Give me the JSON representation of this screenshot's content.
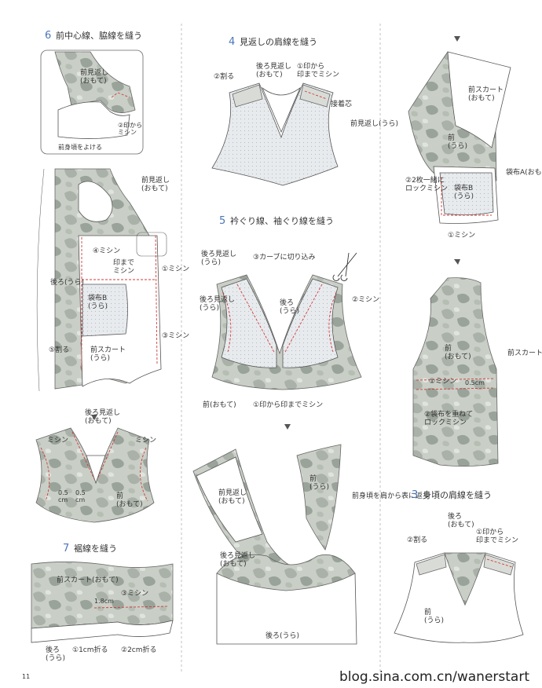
{
  "steps": {
    "s6": {
      "num": "6",
      "title": "前中心線、脇線を縫う",
      "labels": {
        "front_facing_omote": "前見返し\n(おもて)",
        "mishin_from_mark": "②印から\nミシン",
        "front_body_away": "前身頃をよける",
        "front_facing_vert": "前見返し\n(おもて)",
        "mishin4": "④ミシン",
        "mishin_to_mark": "印まで\nミシン",
        "mishin1": "①ミシン",
        "back_ura": "後ろ(うら)",
        "pocket_b": "袋布B\n(うら)",
        "mishin3": "③ミシン",
        "split5": "⑤割る",
        "front_skirt": "前スカート\n(うら)"
      }
    },
    "s6b": {
      "labels": {
        "back_facing": "後ろ見返し\n(おもて)",
        "mishin_l": "ミシン",
        "mishin_r": "ミシン",
        "cm_l": "0.5\ncm",
        "cm_r": "0.5\ncm",
        "front_omote": "前\n(おもて)"
      }
    },
    "s7": {
      "num": "7",
      "title": "裾線を縫う",
      "labels": {
        "front_skirt": "前スカート(おもて)",
        "mishin3": "③ミシン",
        "len": "1.8cm",
        "back": "後ろ\n(うら)",
        "fold1": "①1cm折る",
        "fold2": "②2cm折る"
      }
    },
    "s4": {
      "num": "4",
      "title": "見返しの肩線を縫う",
      "labels": {
        "split2": "②割る",
        "back_facing": "後ろ見返し\n(おもて)",
        "mark_mishin": "①印から\n印までミシン",
        "join_center": "接着芯",
        "front_facing": "前見返し(うら)"
      }
    },
    "s5": {
      "num": "5",
      "title": "衿ぐり線、袖ぐり線を縫う",
      "labels": {
        "back_facing": "後ろ見返し\n(うら)",
        "clip3": "③カーブに切り込み",
        "back_facing_side": "後ろ見返し\n(うら)",
        "back_ura": "後ろ\n(うら)",
        "mishin2": "②ミシン",
        "front_omote": "前(おもて)",
        "mark_mishin": "①印から印までミシン"
      }
    },
    "s5b": {
      "labels": {
        "front_facing": "前見返し\n(おもて)",
        "front_ura": "前\n(うら)",
        "turn_out": "前身頃を肩から表に返す",
        "back_facing": "後ろ見返し\n(おもて)",
        "back_ura": "後ろ(うら)"
      }
    },
    "s3a": {
      "labels": {
        "front_skirt": "前スカート\n(おもて)",
        "front_ura": "前\n(うら)",
        "pocket_a": "袋布A(おもて)",
        "lock": "②2枚一緒に\nロックミシン",
        "pocket_b": "袋布B\n(うら)",
        "mishin1": "①ミシン"
      }
    },
    "s3b": {
      "labels": {
        "front_omote": "前\n(おもて)",
        "mishin1": "①ミシン",
        "cm": "0.5cm",
        "front_skirt": "前スカート(おもて)",
        "lock2": "②袋布を重ねて\nロックミシン"
      }
    },
    "s3": {
      "num": "3",
      "title": "身頃の肩線を縫う",
      "labels": {
        "back_omote": "後ろ\n(おもて)",
        "split2": "②割る",
        "mark_mishin": "①印から\n印までミシン",
        "front_ura": "前\n(うら)"
      }
    }
  },
  "footer": {
    "page": "11",
    "watermark": "blog.sina.com.cn/wanerstart"
  },
  "colors": {
    "accent": "#4a76b8",
    "stitch": "#d23a3a",
    "camo_base": "#c9cfc6",
    "camo_dark": "#9aa39a"
  }
}
